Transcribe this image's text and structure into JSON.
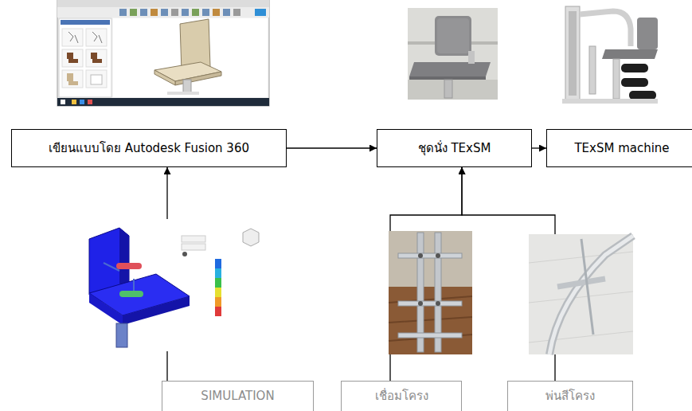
{
  "diagram": {
    "nodes": [
      {
        "text": [
          "เขียนแบบโดย Autodesk Fusion 360"
        ]
      },
      {
        "text": [
          "ชุดนั่ง TExSM"
        ]
      },
      {
        "text": [
          "TExSM machine"
        ]
      },
      {
        "text": [
          "SIMULATION"
        ]
      },
      {
        "text": [
          "เชื่อมโครง"
        ]
      },
      {
        "text": [
          "พ่นสีโครง"
        ]
      }
    ],
    "edges": [
      {
        "from": 0,
        "to": 1,
        "arrow": "to"
      },
      {
        "from": 1,
        "to": 2,
        "arrow": "to"
      },
      {
        "from": 3,
        "to": 0,
        "arrow": "to"
      },
      {
        "from": 4,
        "to": 1,
        "arrow": "to"
      },
      {
        "from": 5,
        "to": 1,
        "arrow": "to"
      }
    ]
  }
}
